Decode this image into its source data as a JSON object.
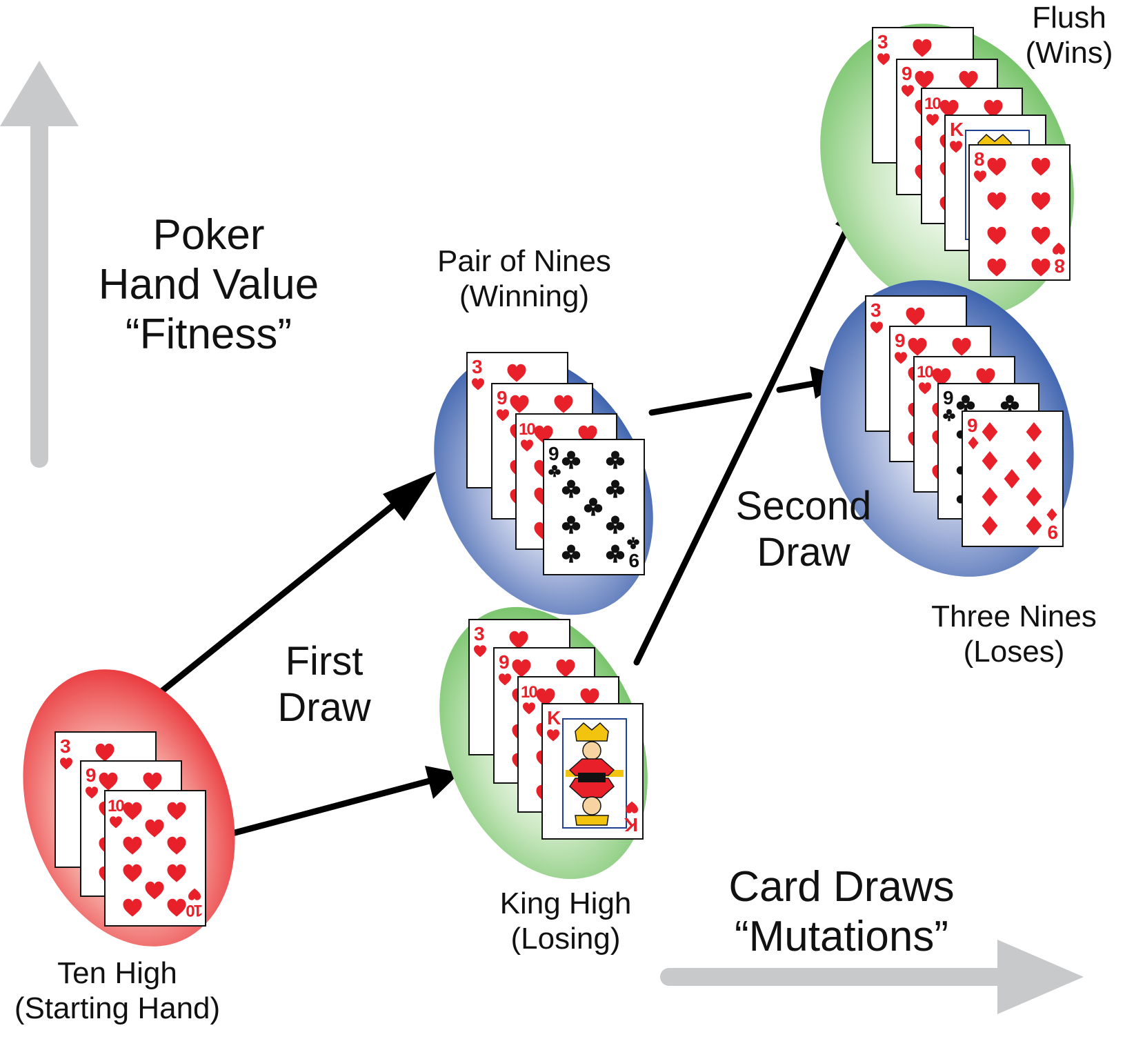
{
  "axes": {
    "fitness": {
      "line1": "Poker",
      "line2": "Hand Value",
      "line3": "“Fitness”"
    },
    "mutations": {
      "line1": "Card Draws",
      "line2": "“Mutations”"
    }
  },
  "steps": {
    "first": {
      "line1": "First",
      "line2": "Draw"
    },
    "second": {
      "line1": "Second",
      "line2": "Draw"
    }
  },
  "hands": [
    {
      "id": "start",
      "line1": "Ten High",
      "line2": "(Starting Hand)",
      "oval": "red",
      "cards": [
        {
          "rank": "3",
          "suit": "heart"
        },
        {
          "rank": "9",
          "suit": "heart"
        },
        {
          "rank": "10",
          "suit": "heart"
        }
      ]
    },
    {
      "id": "pair",
      "line1": "Pair of Nines",
      "line2": "(Winning)",
      "oval": "blue",
      "cards": [
        {
          "rank": "3",
          "suit": "heart"
        },
        {
          "rank": "9",
          "suit": "heart"
        },
        {
          "rank": "10",
          "suit": "heart"
        },
        {
          "rank": "9",
          "suit": "club"
        }
      ]
    },
    {
      "id": "king",
      "line1": "King High",
      "line2": "(Losing)",
      "oval": "green",
      "cards": [
        {
          "rank": "3",
          "suit": "heart"
        },
        {
          "rank": "9",
          "suit": "heart"
        },
        {
          "rank": "10",
          "suit": "heart"
        },
        {
          "rank": "K",
          "suit": "heart"
        }
      ]
    },
    {
      "id": "flush",
      "line1": "Flush",
      "line2": "(Wins)",
      "oval": "green",
      "cards": [
        {
          "rank": "3",
          "suit": "heart"
        },
        {
          "rank": "9",
          "suit": "heart"
        },
        {
          "rank": "10",
          "suit": "heart"
        },
        {
          "rank": "K",
          "suit": "heart"
        },
        {
          "rank": "8",
          "suit": "heart"
        }
      ]
    },
    {
      "id": "three",
      "line1": "Three Nines",
      "line2": "(Loses)",
      "oval": "blue",
      "cards": [
        {
          "rank": "3",
          "suit": "heart"
        },
        {
          "rank": "9",
          "suit": "heart"
        },
        {
          "rank": "10",
          "suit": "heart"
        },
        {
          "rank": "9",
          "suit": "club"
        },
        {
          "rank": "9",
          "suit": "diamond"
        }
      ]
    }
  ],
  "colors": {
    "heart": "#e8202a",
    "club": "#111111",
    "axis_arrow": "#c8c9cb",
    "oval_red": "#e8262c",
    "oval_green": "#69bd5c",
    "oval_blue": "#2b54a6"
  }
}
